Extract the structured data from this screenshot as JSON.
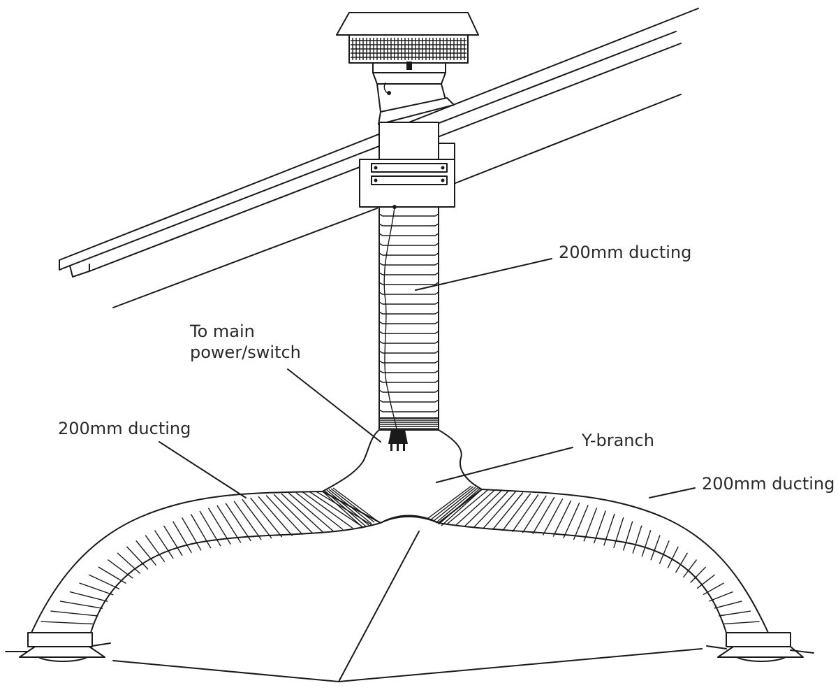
{
  "labels": {
    "ducting_top": "200mm ducting",
    "power": [
      "To main",
      "power/switch"
    ],
    "ducting_left": "200mm ducting",
    "y_branch": "Y-branch",
    "ducting_right": "200mm ducting"
  },
  "colors": {
    "line": "#1a1a1a",
    "text": "#2a2a2a",
    "background": "#ffffff"
  }
}
